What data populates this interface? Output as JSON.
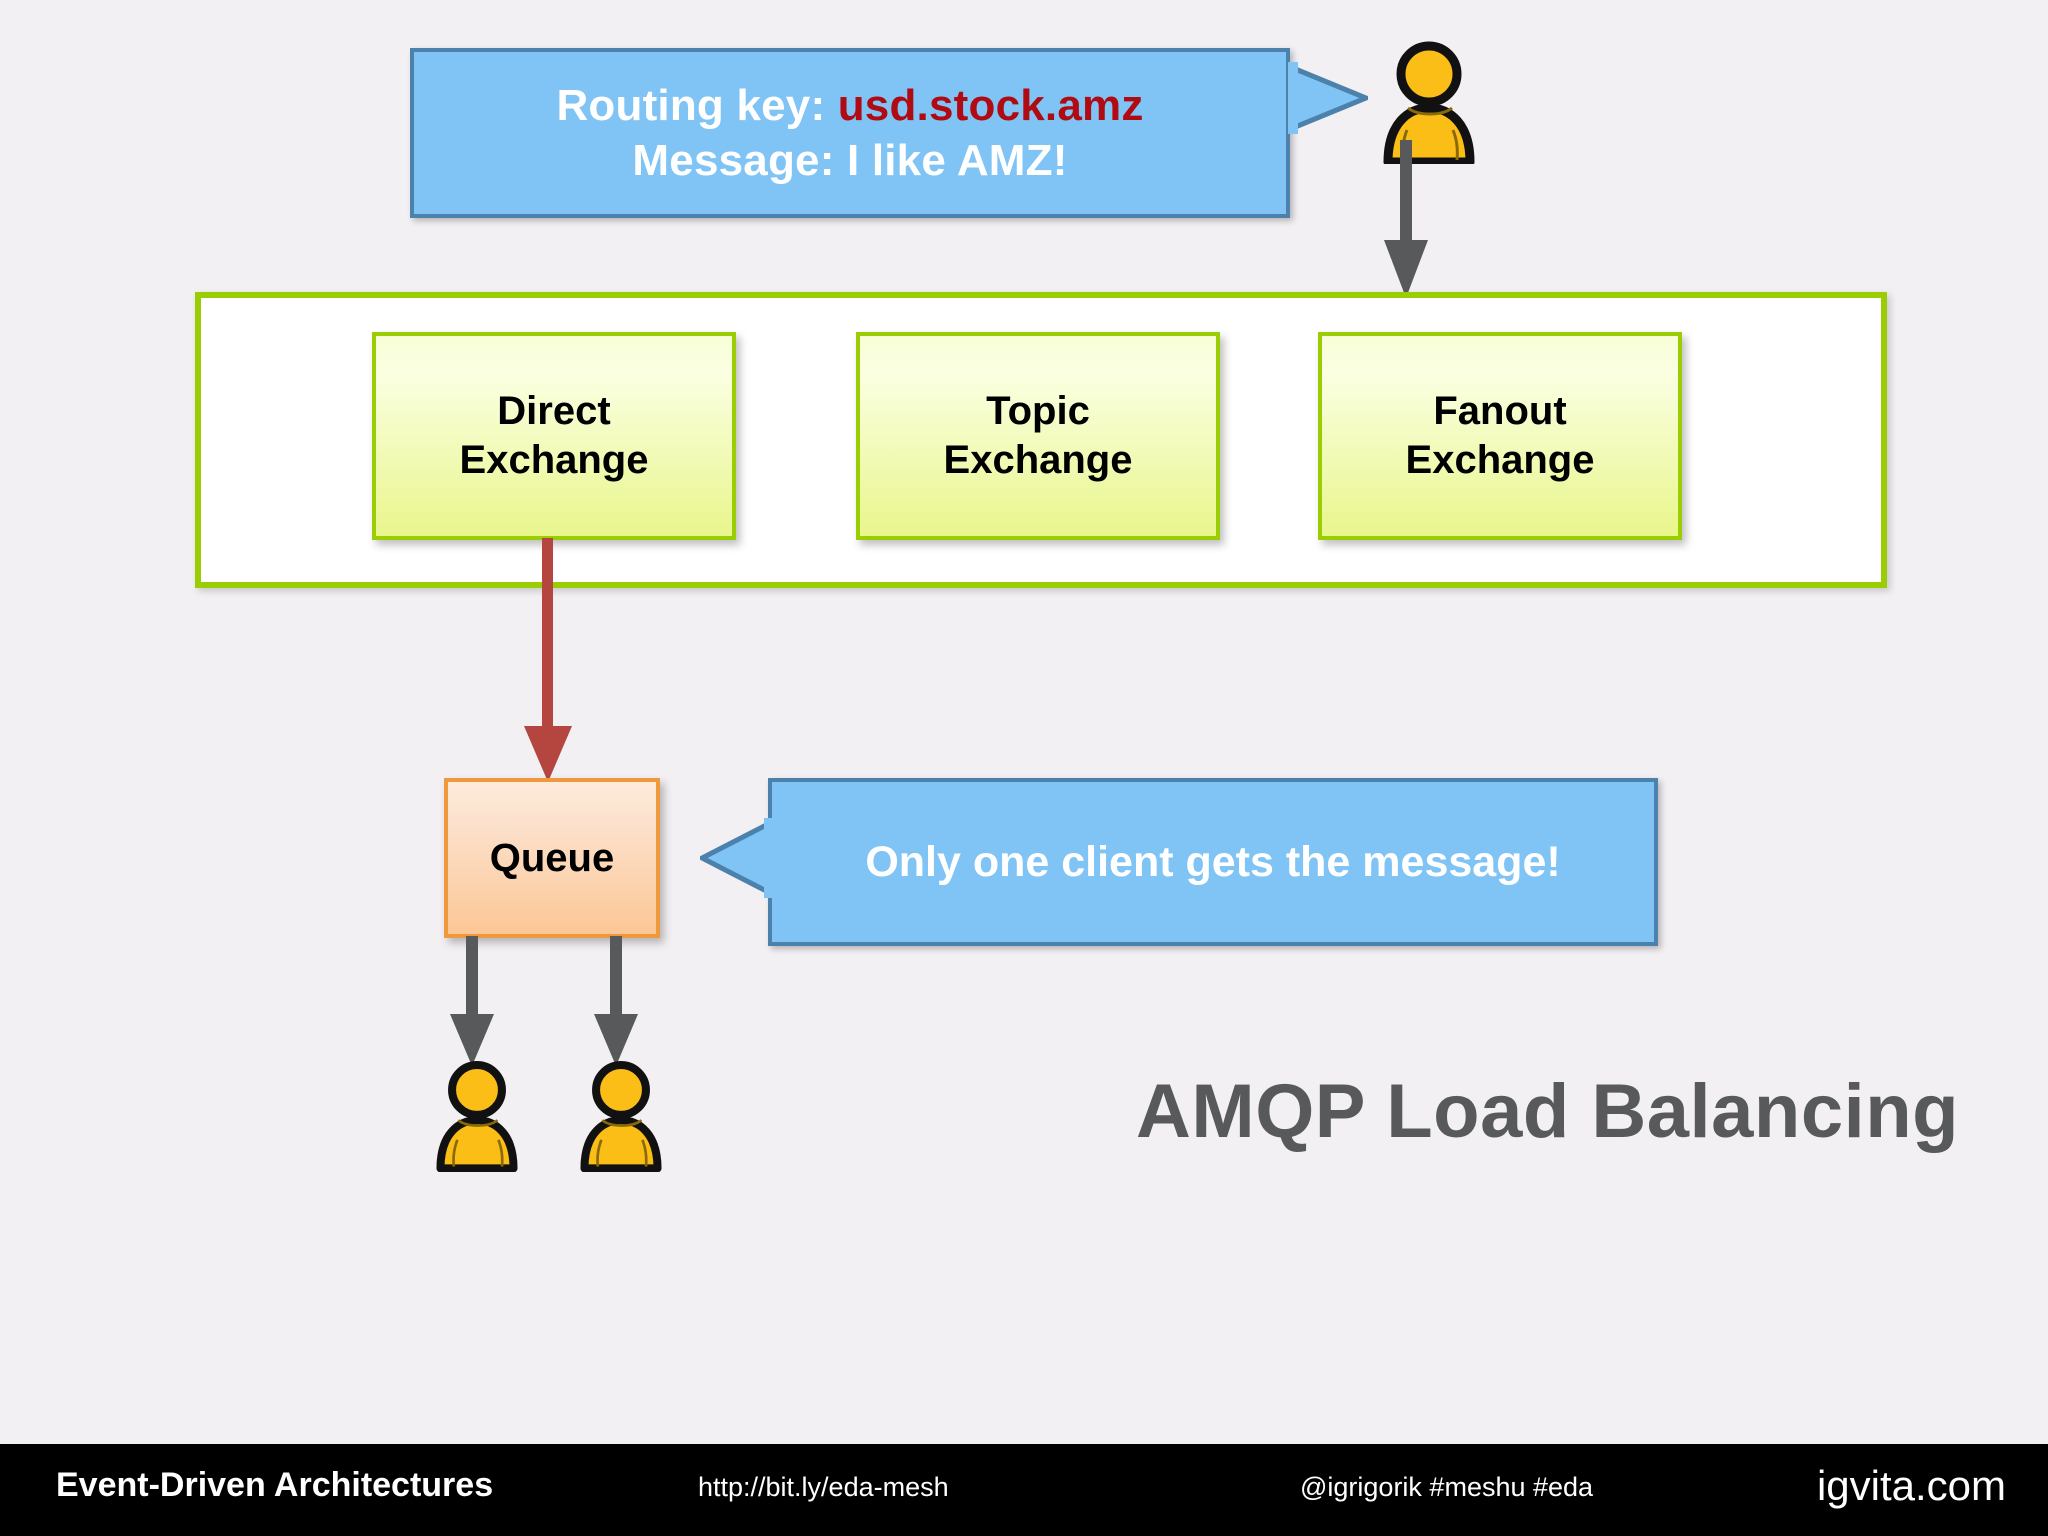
{
  "slide": {
    "title": "AMQP Load Balancing",
    "background_color": "#F2F0F3",
    "accent_green": "#9ACD04",
    "accent_blue": "#7FC4F5",
    "accent_orange": "#F0983C",
    "accent_red": "#B5453F",
    "key_color": "#B00A12",
    "title_color": "#58595B"
  },
  "callout_top": {
    "name": "producer-message-callout",
    "line1_label": "Routing key: ",
    "line1_value": "usd.stock.amz",
    "line2": "Message: I like AMZ!",
    "fill": "#7FC4F5",
    "border": "#4C81AC"
  },
  "callout_bottom": {
    "name": "queue-note-callout",
    "text": "Only one client gets the message!",
    "fill": "#7FC4F5",
    "border": "#4C81AC"
  },
  "broker": {
    "name": "amqp-broker-container",
    "border_color": "#9ACD04",
    "exchanges": [
      {
        "id": "direct",
        "line1": "Direct",
        "line2": "Exchange"
      },
      {
        "id": "topic",
        "line1": "Topic",
        "line2": "Exchange"
      },
      {
        "id": "fanout",
        "line1": "Fanout",
        "line2": "Exchange"
      }
    ]
  },
  "queue": {
    "name": "message-queue",
    "label": "Queue",
    "border": "#F0983C"
  },
  "actors": {
    "producer": "producer-person-icon",
    "consumer_1": "consumer-person-icon",
    "consumer_2": "consumer-person-icon"
  },
  "arrows": {
    "producer_to_broker": {
      "color": "#58595B",
      "direction": "down"
    },
    "direct_to_queue": {
      "color": "#B5453F",
      "direction": "down"
    },
    "queue_to_consumer_1": {
      "color": "#58595B",
      "direction": "down"
    },
    "queue_to_consumer_2": {
      "color": "#58595B",
      "direction": "down"
    }
  },
  "footer": {
    "title": "Event-Driven Architectures",
    "url": "http://bit.ly/eda-mesh",
    "handle": "@igrigorik #meshu #eda",
    "brand": "igvita.com",
    "background": "#000000"
  }
}
